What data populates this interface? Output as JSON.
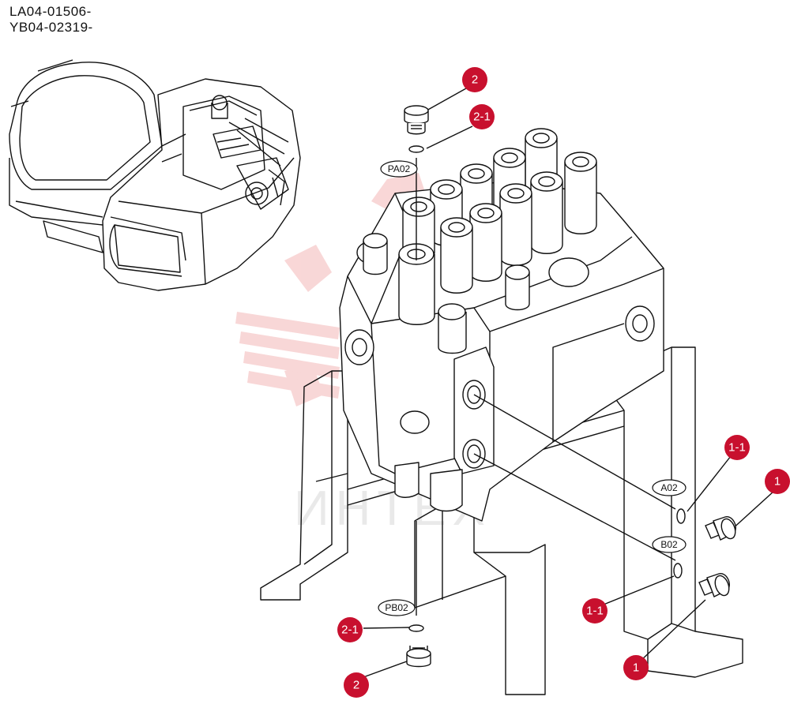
{
  "header": {
    "serial_1": "LA04-01506-",
    "serial_2": "YB04-02319-"
  },
  "watermark": {
    "text": "ИНТЕХ",
    "color": "#f4b7b7"
  },
  "ports": {
    "pa02": "PA02",
    "pb02": "PB02",
    "a02": "A02",
    "b02": "B02"
  },
  "callouts": {
    "c2_top": "2",
    "c21_top": "2-1",
    "c11_right": "1-1",
    "c1_right": "1",
    "c11_left": "1-1",
    "c1_bottom": "1",
    "c21_bottom": "2-1",
    "c2_bottom": "2"
  },
  "colors": {
    "callout": "#c8102e",
    "line": "#111111"
  }
}
